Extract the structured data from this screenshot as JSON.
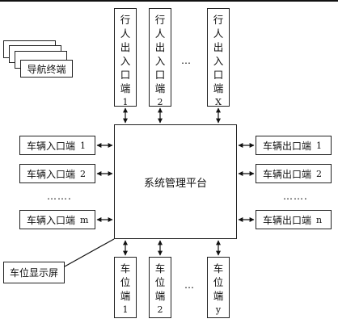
{
  "pedestrian_ports": [
    {
      "chars": [
        "行",
        "人",
        "出",
        "入",
        "口",
        "端"
      ],
      "num": "1"
    },
    {
      "chars": [
        "行",
        "人",
        "出",
        "入",
        "口",
        "端"
      ],
      "num": "2"
    },
    {
      "chars": [
        "行",
        "人",
        "出",
        "入",
        "口",
        "端"
      ],
      "num": "X"
    }
  ],
  "parking_ports": [
    {
      "chars": [
        "车",
        "位",
        "端"
      ],
      "num": "1"
    },
    {
      "chars": [
        "车",
        "位",
        "端"
      ],
      "num": "2"
    },
    {
      "chars": [
        "车",
        "位",
        "端"
      ],
      "num": "y"
    }
  ],
  "vehicle_entries": [
    {
      "label": "车辆入口端",
      "num": "1"
    },
    {
      "label": "车辆入口端",
      "num": "2"
    },
    {
      "label": "车辆入口端",
      "num": "m"
    }
  ],
  "vehicle_exits": [
    {
      "label": "车辆出口端",
      "num": "1"
    },
    {
      "label": "车辆出口端",
      "num": "2"
    },
    {
      "label": "车辆出口端",
      "num": "n"
    }
  ],
  "central_platform": "系统管理平台",
  "navigation_terminal": "导航终端",
  "parking_display": "车位显示屏",
  "ellipsis_horizontal": "…",
  "ellipsis_vertical": "……."
}
